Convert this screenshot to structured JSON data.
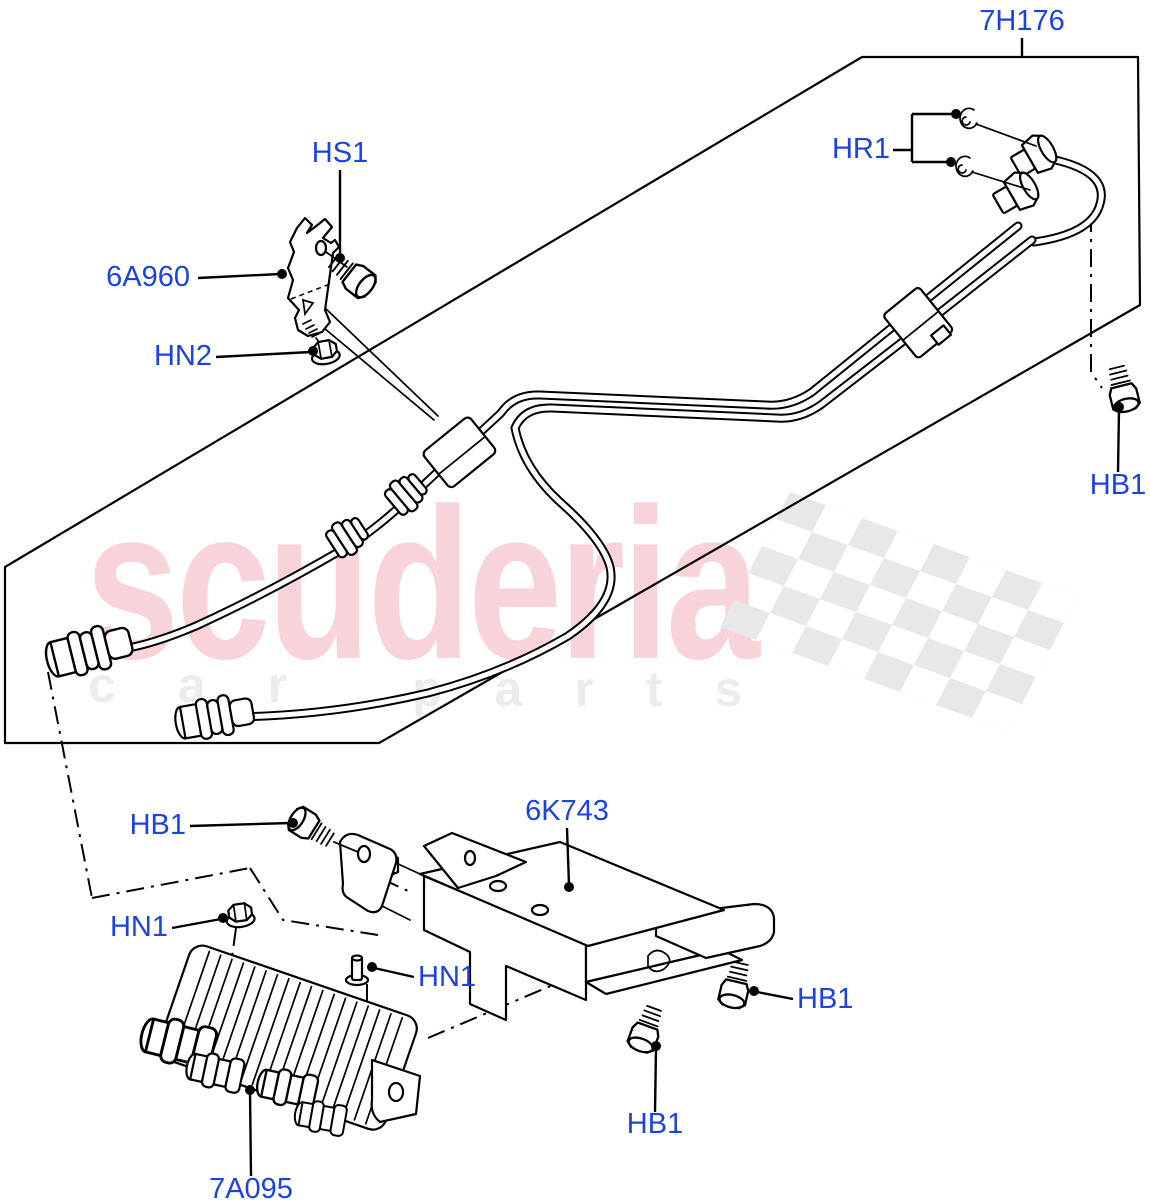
{
  "watermark": {
    "brand": "scuderia",
    "tagline_left": "car",
    "tagline_right": "parts"
  },
  "colors": {
    "label_blue": "#1c43e0",
    "brand_pink": "#f8d3da",
    "tagline_gray": "#ececec",
    "checker_gray": "#e8e8ea"
  },
  "labels": {
    "tube_assembly": "7H176",
    "screw_hs1": "HS1",
    "bracket_6a960": "6A960",
    "nut_hn2": "HN2",
    "retainer_hr1": "HR1",
    "bolt_hb1_right": "HB1",
    "bolt_hb1_mid": "HB1",
    "nut_hn1_left": "HN1",
    "nut_hn1_right": "HN1",
    "bracket_6k743": "6K743",
    "bolt_hb1_arm": "HB1",
    "bolt_hb1_bottom": "HB1",
    "cooler_7a095": "7A095"
  }
}
